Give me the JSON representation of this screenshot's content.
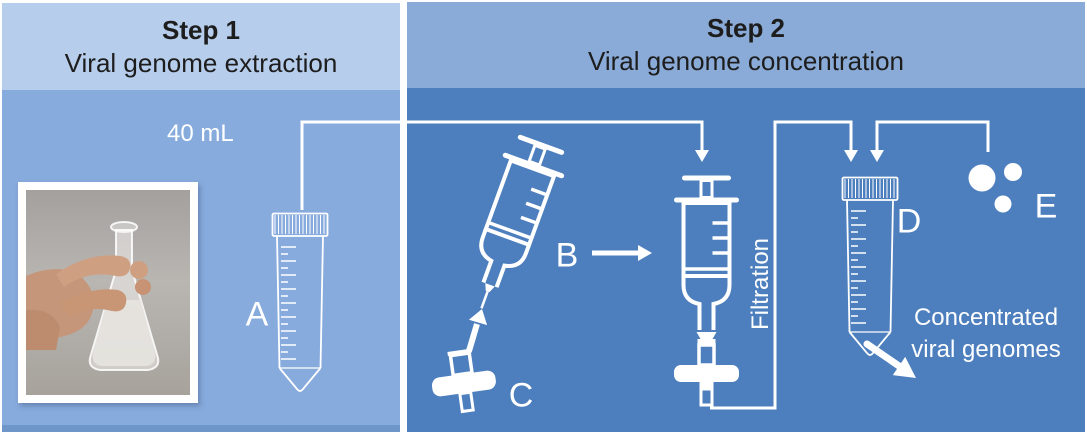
{
  "step1": {
    "title": "Step 1",
    "subtitle": "Viral genome extraction",
    "volume_label": "40 mL",
    "tube_label": "A"
  },
  "step2": {
    "title": "Step 2",
    "subtitle": "Viral genome concentration",
    "syringe_label": "B",
    "filter_label": "C",
    "tube_label": "D",
    "reagent_label": "E",
    "filtration_label": "Filtration",
    "result_label": "Concentrated viral genomes"
  },
  "icons": {
    "step1_photo": "hand-holding-flask-photo",
    "a": "conical-centrifuge-tube",
    "b": "tilted-syringe",
    "c": "syringe-filter",
    "middle": "syringe-with-filter-attached",
    "d": "conical-centrifuge-tube",
    "e": "reagent-dots"
  },
  "colors": {
    "step1_header": "#b6cdeb",
    "step1_body": "#87abdc",
    "step1_footer": "#6f96c9",
    "step2_header": "#8aabd7",
    "step2_body": "#4d7fbe",
    "header_text": "#1d1d1d",
    "line": "#ffffff"
  }
}
